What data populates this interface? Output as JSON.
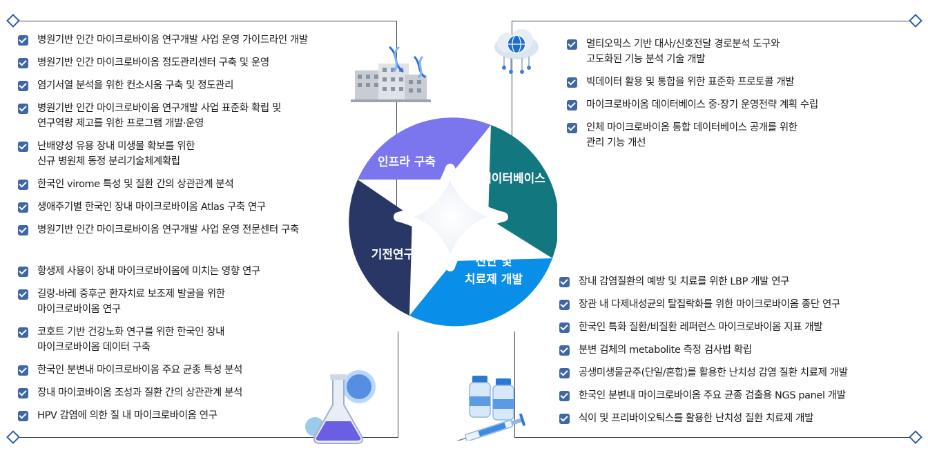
{
  "colors": {
    "infra": "#7b75ee",
    "database": "#12777e",
    "basic": "#283766",
    "diagnosis": "#0a8fe8",
    "check": "#3f67a8",
    "frame": "#3c4a58",
    "diamond": "#2b5c9a"
  },
  "center": {
    "infra": "인프라 구축",
    "database": "데이터베이스",
    "basic": "기전연구",
    "diagnosis_line1": "진단 및",
    "diagnosis_line2": "치료제 개발"
  },
  "infra_items": [
    [
      "병원기반 인간 마이크로바이옴 연구개발 사업 운영 가이드라인 개발"
    ],
    [
      "병원기반 인간 마이크로바이옴 정도관리센터 구축 및 운영"
    ],
    [
      "염기서열 분석을 위한 컨소시움 구축 및 정도관리"
    ],
    [
      "병원기반 인간 마이크로바이옴 연구개발 사업 표준화 확립 및",
      "연구역량 제고를 위한 프로그램 개발·운영"
    ],
    [
      "난배양성 유용 장내 미생물 확보를 위한",
      "신규 병원체 동정 분리기술체계확립"
    ],
    [
      "한국인 virome 특성 및 질환 간의 상관관계 분석"
    ],
    [
      "생애주기별 한국인 장내 마이크로바이옴 Atlas 구축 연구"
    ],
    [
      "병원기반 인간 마이크로바이옴 연구개발 사업 운영 전문센터 구축"
    ]
  ],
  "basic_items": [
    [
      "항생제 사용이 장내 마이크로바이옴에 미치는 영향 연구"
    ],
    [
      "길랑-바레 증후군 환자치료 보조제 발굴을 위한",
      "마이크로바이옴 연구"
    ],
    [
      "코호트 기반 건강노화 연구를 위한 한국인 장내",
      "마이크로바이옴 데이터 구축"
    ],
    [
      "한국인 분변내 마이크로바이옴 주요 균종 특성 분석"
    ],
    [
      "장내 마이코바이옴 조성과 질환 간의 상관관계 분석"
    ],
    [
      "HPV 감염에 의한 질 내 마이크로바이옴 연구"
    ]
  ],
  "database_items": [
    [
      "멀티오믹스 기반 대사/신호전달 경로분석 도구와",
      "고도화된 기능 분석 기술 개발"
    ],
    [
      "빅데이터 활용 및 통합을 위한 표준화 프로토콜 개발"
    ],
    [
      "마이크로바이옴 데이터베이스 중·장기 운영전략 계획 수립"
    ],
    [
      "인체 마이크로바이옴 통합 데이터베이스 공개를 위한",
      "관리 기능 개선"
    ]
  ],
  "diagnosis_items": [
    [
      "장내 감염질환의 예방 및 치료를 위한 LBP 개발 연구"
    ],
    [
      "장관 내 다제내성균의 탈집락화를 위한 마이크로바이옴 종단 연구"
    ],
    [
      "한국인 특화 질환/비질환 레퍼런스 마이크로바이옴 지표 개발"
    ],
    [
      "분변 검체의 metabolite 측정 검사법 확립"
    ],
    [
      "공생미생물균주(단일/혼합)를 활용한 난치성 감염 질환 치료제 개발"
    ],
    [
      "한국인 분변내 마이크로바이옴 주요 균종 검출용 NGS panel 개발"
    ],
    [
      "식이 및 프리바이오틱스를 활용한 난치성 질환 치료제 개발"
    ]
  ],
  "icons": [
    "hospital-dna-icon",
    "cloud-network-icon",
    "flask-icon",
    "vial-syringe-icon"
  ]
}
